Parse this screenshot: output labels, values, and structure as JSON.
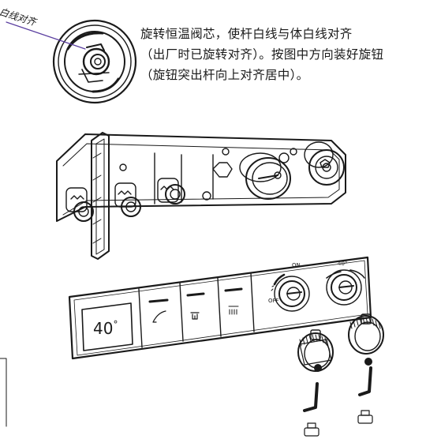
{
  "callout": {
    "label": "白线对齐"
  },
  "instructions": {
    "line1": "旋转恒温阀芯，使杆白线与体白线对齐",
    "line2": "（出厂时已旋转对齐）。按图中方向装好旋钮",
    "line3": "（旋钮突出杆向上对齐居中）。"
  },
  "panel": {
    "temperature": "40",
    "temperature_unit": "°",
    "dial_on": "ON",
    "dial_off": "OFF",
    "dial_temp": "40°"
  },
  "icons": {
    "callout_pointer": "arrow-line",
    "valve_knob": "round-knob",
    "btn1": "handheld-shower-icon",
    "btn2": "bath-spout-icon",
    "btn3": "overhead-shower-icon",
    "screws": "screw-icon",
    "keys": "hex-key-icon"
  },
  "colors": {
    "ink": "#1a1a1a",
    "callout_line": "#5b3fa0"
  }
}
